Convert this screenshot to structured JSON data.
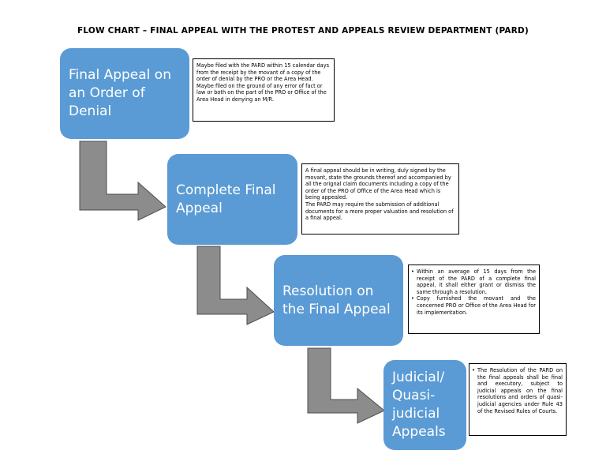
{
  "title": "FLOW CHART – FINAL APPEAL WITH THE PROTEST AND APPEALS REVIEW DEPARTMENT (PARD)",
  "colors": {
    "box_fill": "#5b9bd5",
    "arrow_fill": "#8c8c8c",
    "arrow_stroke": "#4d4d4d"
  },
  "steps": [
    {
      "label_lines": [
        "Final Appeal on",
        "an Order of",
        "Denial"
      ],
      "note": [
        "Maybe filed with the PARD within 15 calendar days from the receipt by the movant of a copy of the order of denial by the PRO or the Area Head.",
        "Maybe filed on the ground of any error of fact or law or both on the part of the PRO or Office of the Area Head in denying an M/R."
      ]
    },
    {
      "label_lines": [
        "Complete Final",
        "Appeal"
      ],
      "note": [
        "A final appeal should be in writing, duly signed by the movant, state the grounds thereof and accompanied by all the orignal claim documents including a copy of the order of the PRO of Office of the Area Head which is being appealed.",
        "The PARD may require the submission of additional documents for a more proper valuation and resolution of a final appeal."
      ]
    },
    {
      "label_lines": [
        "Resolution on",
        "the Final Appeal"
      ],
      "note": [
        "Within an average of 15 days from the receipt of the PARD of a complete final appeal, it shall either grant or dismiss the same through a resolution.",
        "Copy furnished the movant and the concerned PRO or Office of the Area Head for its implementation."
      ]
    },
    {
      "label_lines": [
        "Judicial/",
        "Quasi-",
        "judicial",
        "Appeals"
      ],
      "note": [
        "The Resolution of the PARD on the final appeals shall be final and executory, subject to judicial appeals on the final resolutions and orders of quasi-judicial agencies under Rule 43 of the Revised Rules of Courts."
      ]
    }
  ]
}
